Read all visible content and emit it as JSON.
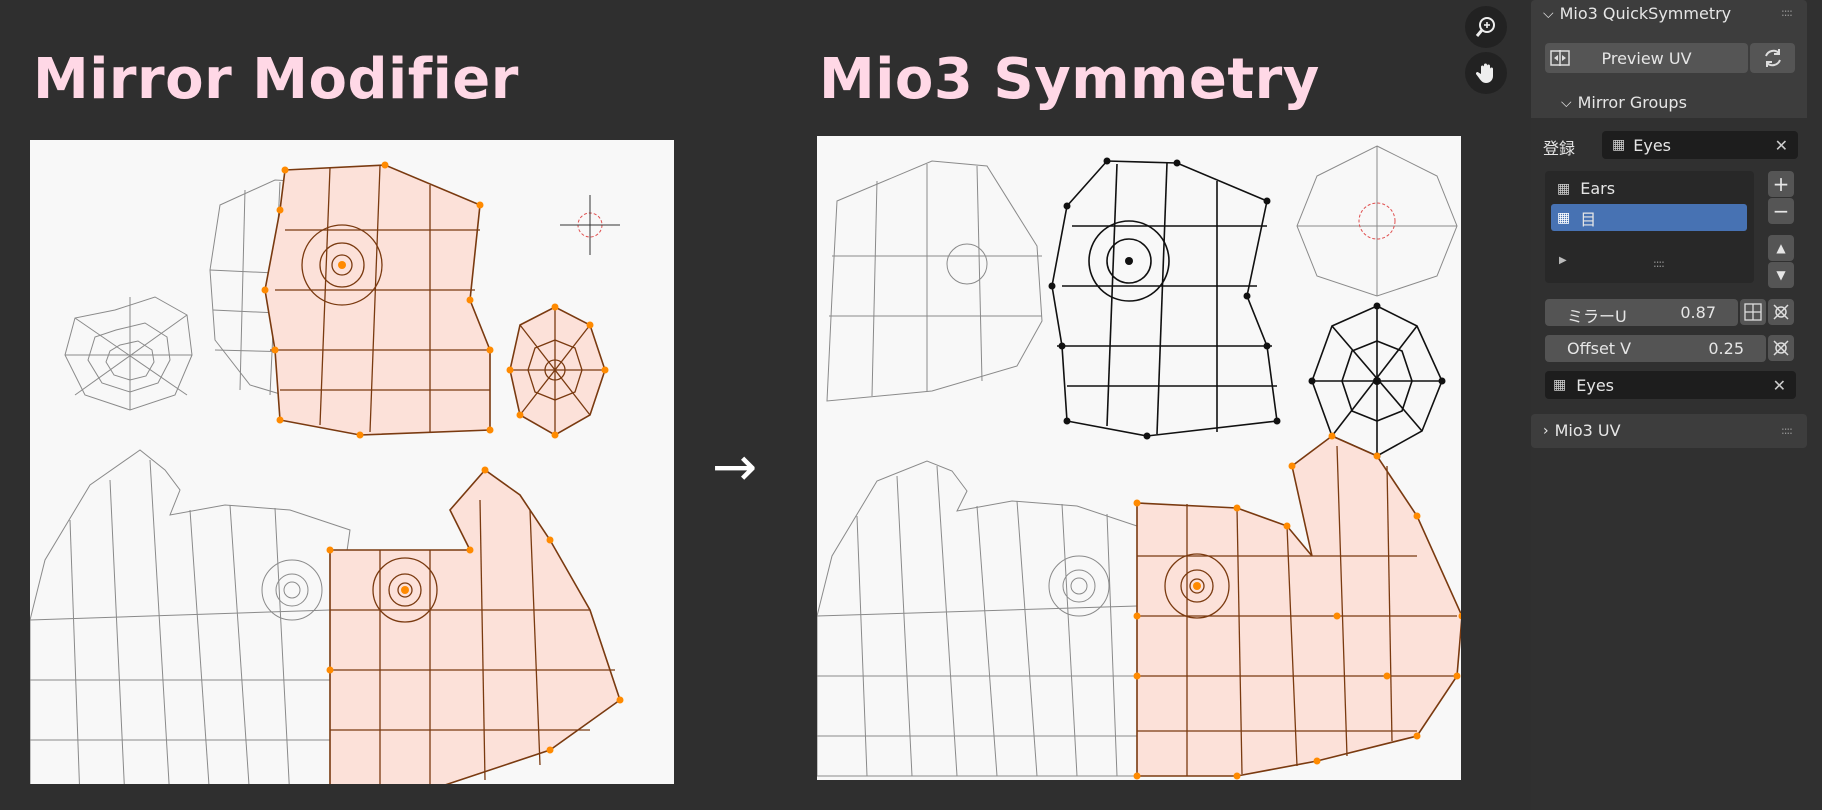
{
  "left": {
    "title": "Mirror Modifier"
  },
  "right": {
    "title": "Mio3 Symmetry"
  },
  "arrow": "→",
  "panel": {
    "title": "Mio3 QuickSymmetry",
    "preview_label": "Preview UV",
    "mirror_groups_label": "Mirror Groups",
    "register_label": "登録",
    "register_value": "Eyes",
    "groups": [
      {
        "label": "Ears",
        "selected": false
      },
      {
        "label": "目",
        "selected": true
      }
    ],
    "mirror_u_label": "ミラーU",
    "mirror_u_value": "0.87",
    "offset_v_label": "Offset V",
    "offset_v_value": "0.25",
    "group_field_value": "Eyes",
    "collapsed_panel": "Mio3 UV"
  },
  "colors": {
    "background": "#2f2f2f",
    "heading": "#ffd8e6",
    "selection_edge": "#ff8a00",
    "selection_fill": "#fce1d9",
    "list_selected": "#4772b3"
  },
  "icons": [
    "zoom-icon",
    "hand-icon",
    "mirror-preview-icon",
    "refresh-icon",
    "mesh-group-icon",
    "close-icon",
    "add-icon",
    "remove-icon",
    "move-up-icon",
    "move-down-icon",
    "mirror-axis-icon",
    "cursor-target-icon"
  ]
}
